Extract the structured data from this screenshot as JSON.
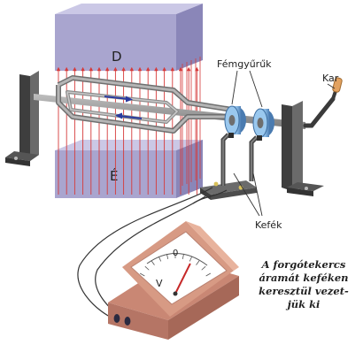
{
  "labels": {
    "north": "D",
    "south": "É",
    "rings": "Fémgyűrűk",
    "crank": "Kar",
    "brushes": "Kefék",
    "dial_zero": "0",
    "dial_unit": "V"
  },
  "caption": [
    "A forgótekercs",
    "áramát keféken",
    "keresztül vezet-",
    "jük ki"
  ],
  "colors": {
    "magnet_face": "#a9a5cf",
    "magnet_top": "#cbc8e6",
    "magnet_side": "#8a86b8",
    "field_lines": "#d63a3a",
    "coil": "#8c8c8c",
    "rings": "#6f9fcf",
    "stand": "#444444",
    "meter_body": "#d79a84",
    "meter_dial": "#ffffff"
  },
  "meter": {
    "needle_fraction": 0.72
  }
}
